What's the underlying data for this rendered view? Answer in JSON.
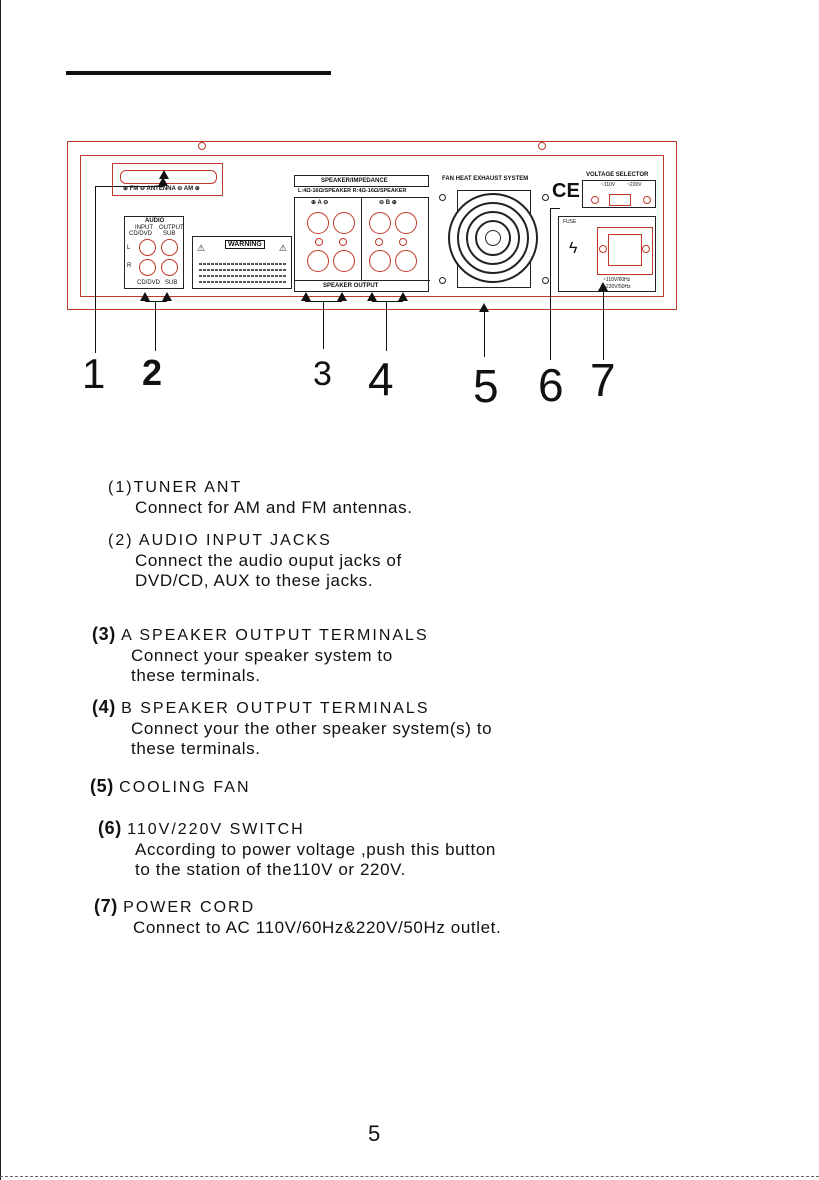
{
  "panel": {
    "antenna_label": "⊕ FM ⊖ ANTENNA ⊖ AM ⊕",
    "audio_title": "AUDIO",
    "audio_input": "INPUT",
    "audio_output": "OUTPUT",
    "audio_sub_left": "CD/DVD",
    "audio_sub_right": "SUB",
    "audio_bottom_left": "CD/DVD",
    "audio_bottom_right": "SUB",
    "l_mark": "L",
    "r_mark": "R",
    "warning_label": "WARNING",
    "speaker_impedance": "SPEAKER/IMPEDANCE",
    "impedance_values": "L:4Ω-16Ω/SPEAKER  R:4Ω-16Ω/SPEAKER",
    "group_a": "⊕  A  ⊖",
    "group_b": "⊖  B  ⊕",
    "speaker_output": "SPEAKER OUTPUT",
    "fan_label": "FAN HEAT EXHAUST SYSTEM",
    "ce_mark": "CE",
    "voltage_selector": "VOLTAGE SELECTOR",
    "voltage_110": "~110V",
    "voltage_220": "~220V",
    "fuse_label": "FUSE",
    "power_rating": "~110V/60Hz",
    "power_rating2": "~220V/50Hz"
  },
  "callouts": [
    "1",
    "2",
    "3",
    "4",
    "5",
    "6",
    "7"
  ],
  "items": [
    {
      "mark": "(1)",
      "heading": "TUNER ANT",
      "lines": [
        "Connect for AM and FM antennas."
      ]
    },
    {
      "mark": "(2)",
      "heading": "AUDIO INPUT JACKS",
      "lines": [
        "Connect the audio ouput jacks of",
        "DVD/CD,   AUX to these jacks."
      ]
    },
    {
      "mark": "(3)",
      "heading": "A SPEAKER OUTPUT TERMINALS",
      "lines": [
        "Connect your speaker system to",
        "these terminals."
      ]
    },
    {
      "mark": "(4)",
      "heading": "B SPEAKER OUTPUT TERMINALS",
      "lines": [
        "Connect your the other speaker system(s) to",
        "these terminals."
      ]
    },
    {
      "mark": "(5)",
      "heading": "COOLING FAN",
      "lines": []
    },
    {
      "mark": "(6)",
      "heading": "110V/220V  SWITCH",
      "lines": [
        "According to power voltage ,push this button",
        " to the station of  the110V or 220V."
      ]
    },
    {
      "mark": "(7)",
      "heading": "POWER CORD",
      "lines": [
        "Connect to AC 110V/60Hz&220V/50Hz outlet."
      ]
    }
  ],
  "page_number": "5"
}
